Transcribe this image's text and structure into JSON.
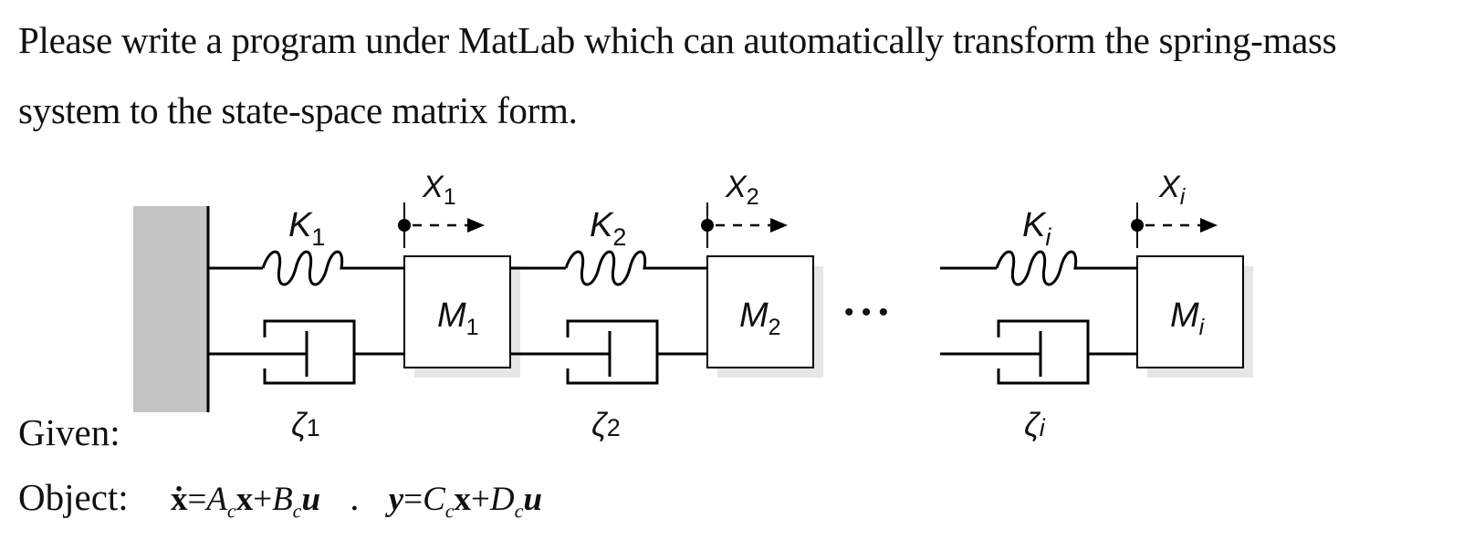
{
  "problem": {
    "line1": "Please write a program under MatLab which can automatically transform the spring-mass",
    "line2": "system to the state-space matrix form."
  },
  "given_label": "Given:",
  "object_label": "Object:",
  "equations": {
    "eq1": {
      "lhs": "ẋ",
      "equals": "=",
      "A": "A",
      "A_sub": "c",
      "x": "x",
      "plus": "+",
      "B": "B",
      "B_sub": "c",
      "u": "u"
    },
    "separator": ".",
    "eq2": {
      "lhs": "y",
      "equals": "=",
      "C": "C",
      "C_sub": "c",
      "x": "x",
      "plus": "+",
      "D": "D",
      "D_sub": "c",
      "u": "u"
    }
  },
  "diagram": {
    "ellipsis": "• • •",
    "units": [
      {
        "spring": "K",
        "spring_sub": "1",
        "damper": "ζ",
        "damper_sub": "1",
        "mass": "M",
        "mass_sub": "1",
        "disp": "X",
        "disp_sub": "1"
      },
      {
        "spring": "K",
        "spring_sub": "2",
        "damper": "ζ",
        "damper_sub": "2",
        "mass": "M",
        "mass_sub": "2",
        "disp": "X",
        "disp_sub": "2"
      },
      {
        "spring": "K",
        "spring_sub": "i",
        "damper": "ζ",
        "damper_sub": "i",
        "mass": "M",
        "mass_sub": "i",
        "disp": "X",
        "disp_sub": "i"
      }
    ]
  }
}
